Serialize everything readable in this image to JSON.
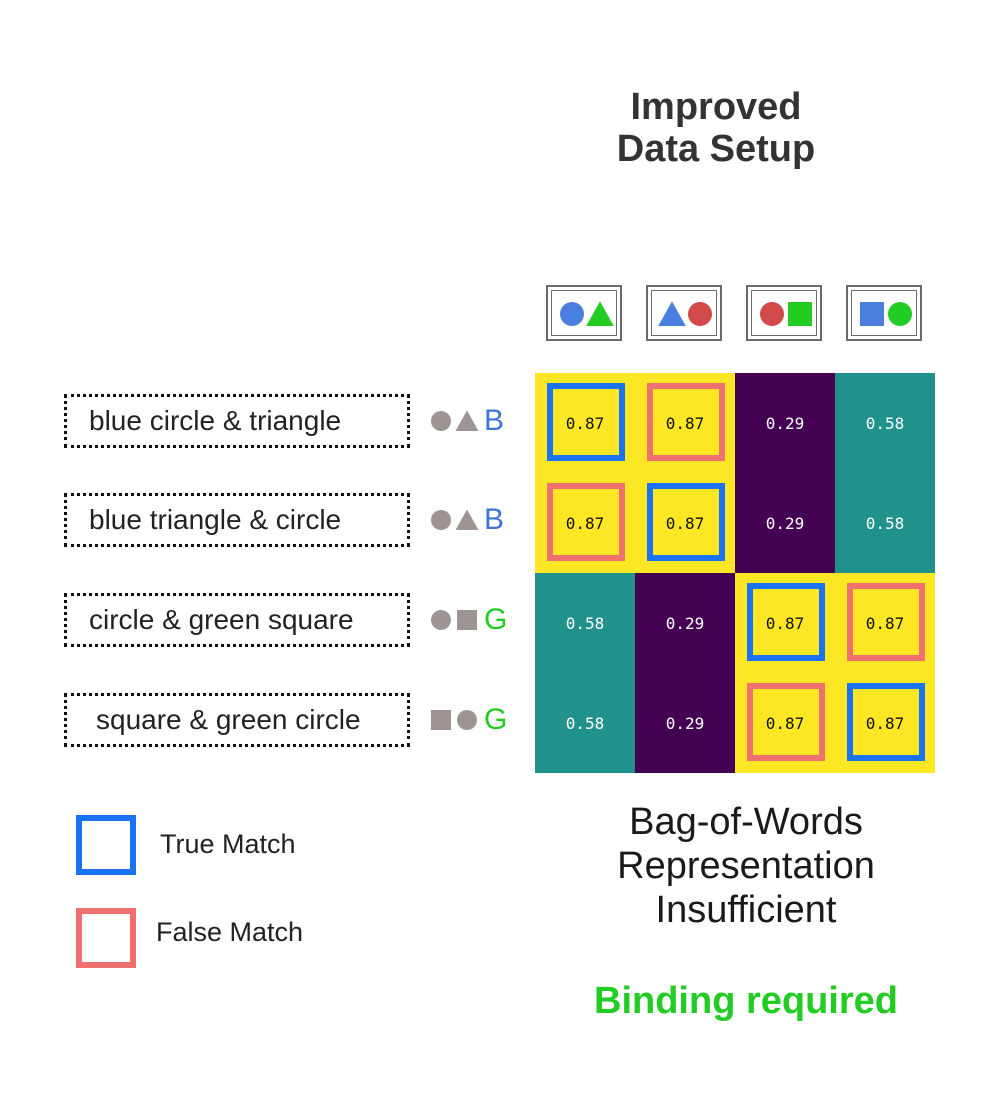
{
  "title": [
    "Improved",
    "Data Setup"
  ],
  "colors": {
    "blue": "#4a7fe0",
    "red": "#d24a4a",
    "green": "#22cc22",
    "gray": "#9e9494",
    "letter_blue": "#3d74da",
    "letter_green": "#22cc22",
    "yellow": "#fde725",
    "teal": "#21918c",
    "purple": "#440154",
    "true_match": "#1a73f0",
    "false_match": "#f07070"
  },
  "images": [
    {
      "shapes": [
        {
          "shape": "circle",
          "color": "blue"
        },
        {
          "shape": "triangle",
          "color": "green"
        }
      ]
    },
    {
      "shapes": [
        {
          "shape": "triangle",
          "color": "blue"
        },
        {
          "shape": "circle",
          "color": "red"
        }
      ]
    },
    {
      "shapes": [
        {
          "shape": "circle",
          "color": "red"
        },
        {
          "shape": "square",
          "color": "green"
        }
      ]
    },
    {
      "shapes": [
        {
          "shape": "square",
          "color": "blue"
        },
        {
          "shape": "circle",
          "color": "green"
        }
      ]
    }
  ],
  "captions": [
    {
      "text": "blue circle & triangle",
      "bow_shapes": [
        "circle",
        "triangle"
      ],
      "bow_letter": "B",
      "letter_color": "letter_blue"
    },
    {
      "text": "blue triangle & circle",
      "bow_shapes": [
        "circle",
        "triangle"
      ],
      "bow_letter": "B",
      "letter_color": "letter_blue"
    },
    {
      "text": "circle & green square",
      "bow_shapes": [
        "circle",
        "square"
      ],
      "bow_letter": "G",
      "letter_color": "letter_green"
    },
    {
      "text": "square & green circle",
      "bow_shapes": [
        "square",
        "circle"
      ],
      "bow_letter": "G",
      "letter_color": "letter_green"
    }
  ],
  "matrix": {
    "values": [
      [
        "0.87",
        "0.87",
        "0.29",
        "0.58"
      ],
      [
        "0.87",
        "0.87",
        "0.29",
        "0.58"
      ],
      [
        "0.58",
        "0.29",
        "0.87",
        "0.87"
      ],
      [
        "0.58",
        "0.29",
        "0.87",
        "0.87"
      ]
    ],
    "value_colors": {
      "0.87": "yellow",
      "0.58": "teal",
      "0.29": "purple"
    },
    "matches": [
      [
        "true",
        "false",
        null,
        null
      ],
      [
        "false",
        "true",
        null,
        null
      ],
      [
        null,
        null,
        "true",
        "false"
      ],
      [
        null,
        null,
        "false",
        "true"
      ]
    ]
  },
  "legend": {
    "true_label": "True Match",
    "false_label": "False Match"
  },
  "verdict": [
    "Bag-of-Words",
    "Representation",
    "Insufficient"
  ],
  "binding": "Binding required"
}
